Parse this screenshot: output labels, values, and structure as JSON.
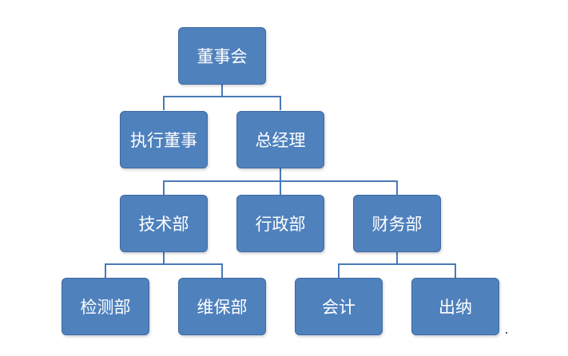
{
  "colors": {
    "node_fill": "#4f81bd",
    "node_text": "#ffffff",
    "connector": "#4a7ab8"
  },
  "org_chart": {
    "board": "董事会",
    "executive_director": "执行董事",
    "general_manager": "总经理",
    "tech_dept": "技术部",
    "admin_dept": "行政部",
    "finance_dept": "财务部",
    "inspection_dept": "检测部",
    "maintenance_dept": "维保部",
    "accounting": "会计",
    "cashier": "出纳"
  }
}
